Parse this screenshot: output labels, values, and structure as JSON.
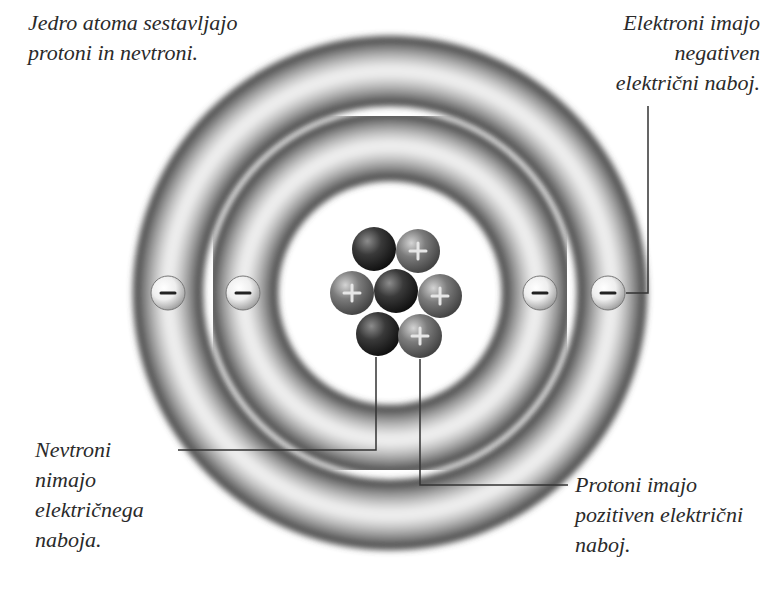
{
  "diagram": {
    "labels": [
      "Jedro atoma sestavljajo protoni in nevtroni.",
      "Elektroni imajo negativen električni naboj.",
      "Nevtroni nimajo električnega naboja.",
      "Protoni imajo pozitiven električni naboj."
    ]
  }
}
